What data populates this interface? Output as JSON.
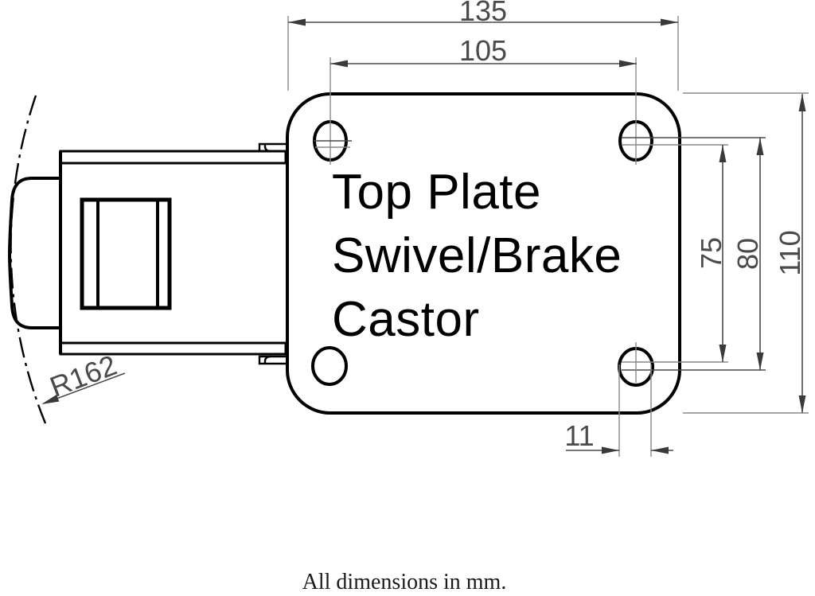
{
  "plate": {
    "label_line1": "Top Plate",
    "label_line2": "Swivel/Brake",
    "label_line3": "Castor"
  },
  "dimensions": {
    "overall_width": "135",
    "bolt_spacing_x": "105",
    "bolt_spacing_y_min": "75",
    "bolt_spacing_y_max": "80",
    "overall_height": "110",
    "slot_width": "11",
    "swivel_radius": "R162"
  },
  "note": "All dimensions in mm.",
  "colors": {
    "outline": "#000000",
    "dimension": "#4a4a4a",
    "extension": "#8a8a8a",
    "background": "#ffffff"
  }
}
